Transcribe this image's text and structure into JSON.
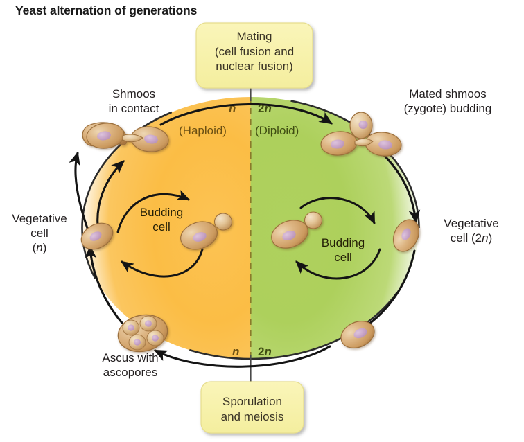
{
  "title": "Yeast alternation of generations",
  "callouts": {
    "mating": {
      "lines": [
        "Mating",
        "(cell fusion and",
        "nuclear fusion)"
      ],
      "fill": "#f7f0a8",
      "border": "#e2d98a"
    },
    "sporulation": {
      "lines": [
        "Sporulation",
        "and meiosis"
      ],
      "fill": "#f7f0a8",
      "border": "#e2d98a"
    }
  },
  "ploidy": {
    "top_haploid_symbol": "n",
    "top_diploid_symbol": "2n",
    "top_haploid_word": "(Haploid)",
    "top_diploid_word": "(Diploid)",
    "bottom_haploid_symbol": "n",
    "bottom_diploid_symbol": "2n"
  },
  "labels": {
    "shmoos_in_contact": [
      "Shmoos",
      "in contact"
    ],
    "mated_shmoos": [
      "Mated shmoos",
      "(zygote) budding"
    ],
    "vegetative_cell_n": [
      "Vegetative",
      "cell",
      "(n)"
    ],
    "vegetative_cell_2n": [
      "Vegetative",
      "cell (2n)"
    ],
    "budding_cell_haploid": [
      "Budding",
      "cell"
    ],
    "budding_cell_diploid": [
      "Budding",
      "cell"
    ],
    "ascus": [
      "Ascus with",
      "ascopores"
    ]
  },
  "colors": {
    "haploid_half": "#f9b942",
    "haploid_half_mid": "#fcc65a",
    "diploid_half": "#aed05c",
    "diploid_half_mid": "#b8d76c",
    "divider": "#8a7a2a",
    "cell_body": "#d2a26a",
    "cell_body_light": "#e8cba2",
    "cell_nucleus": "#c9a6c4",
    "arrow": "#1a1a1a",
    "callout_fill": "#f7f0a8",
    "text": "#231f20"
  },
  "chart_data": {
    "type": "diagram",
    "title": "Yeast alternation of generations",
    "description": "Life cycle circle split into haploid (n, orange, left) and diploid (2n, green, right) halves",
    "stages": [
      {
        "name": "Vegetative cell (n)",
        "ploidy": "n",
        "side": "haploid"
      },
      {
        "name": "Budding cell",
        "ploidy": "n",
        "side": "haploid"
      },
      {
        "name": "Shmoos in contact",
        "ploidy": "n",
        "side": "haploid"
      },
      {
        "name": "Mating (cell fusion and nuclear fusion)",
        "ploidy": "n to 2n",
        "side": "transition-top"
      },
      {
        "name": "Mated shmoos (zygote) budding",
        "ploidy": "2n",
        "side": "diploid"
      },
      {
        "name": "Vegetative cell (2n)",
        "ploidy": "2n",
        "side": "diploid"
      },
      {
        "name": "Budding cell",
        "ploidy": "2n",
        "side": "diploid"
      },
      {
        "name": "Sporulation and meiosis",
        "ploidy": "2n to n",
        "side": "transition-bottom"
      },
      {
        "name": "Ascus with ascopores",
        "ploidy": "n",
        "side": "haploid"
      }
    ]
  }
}
